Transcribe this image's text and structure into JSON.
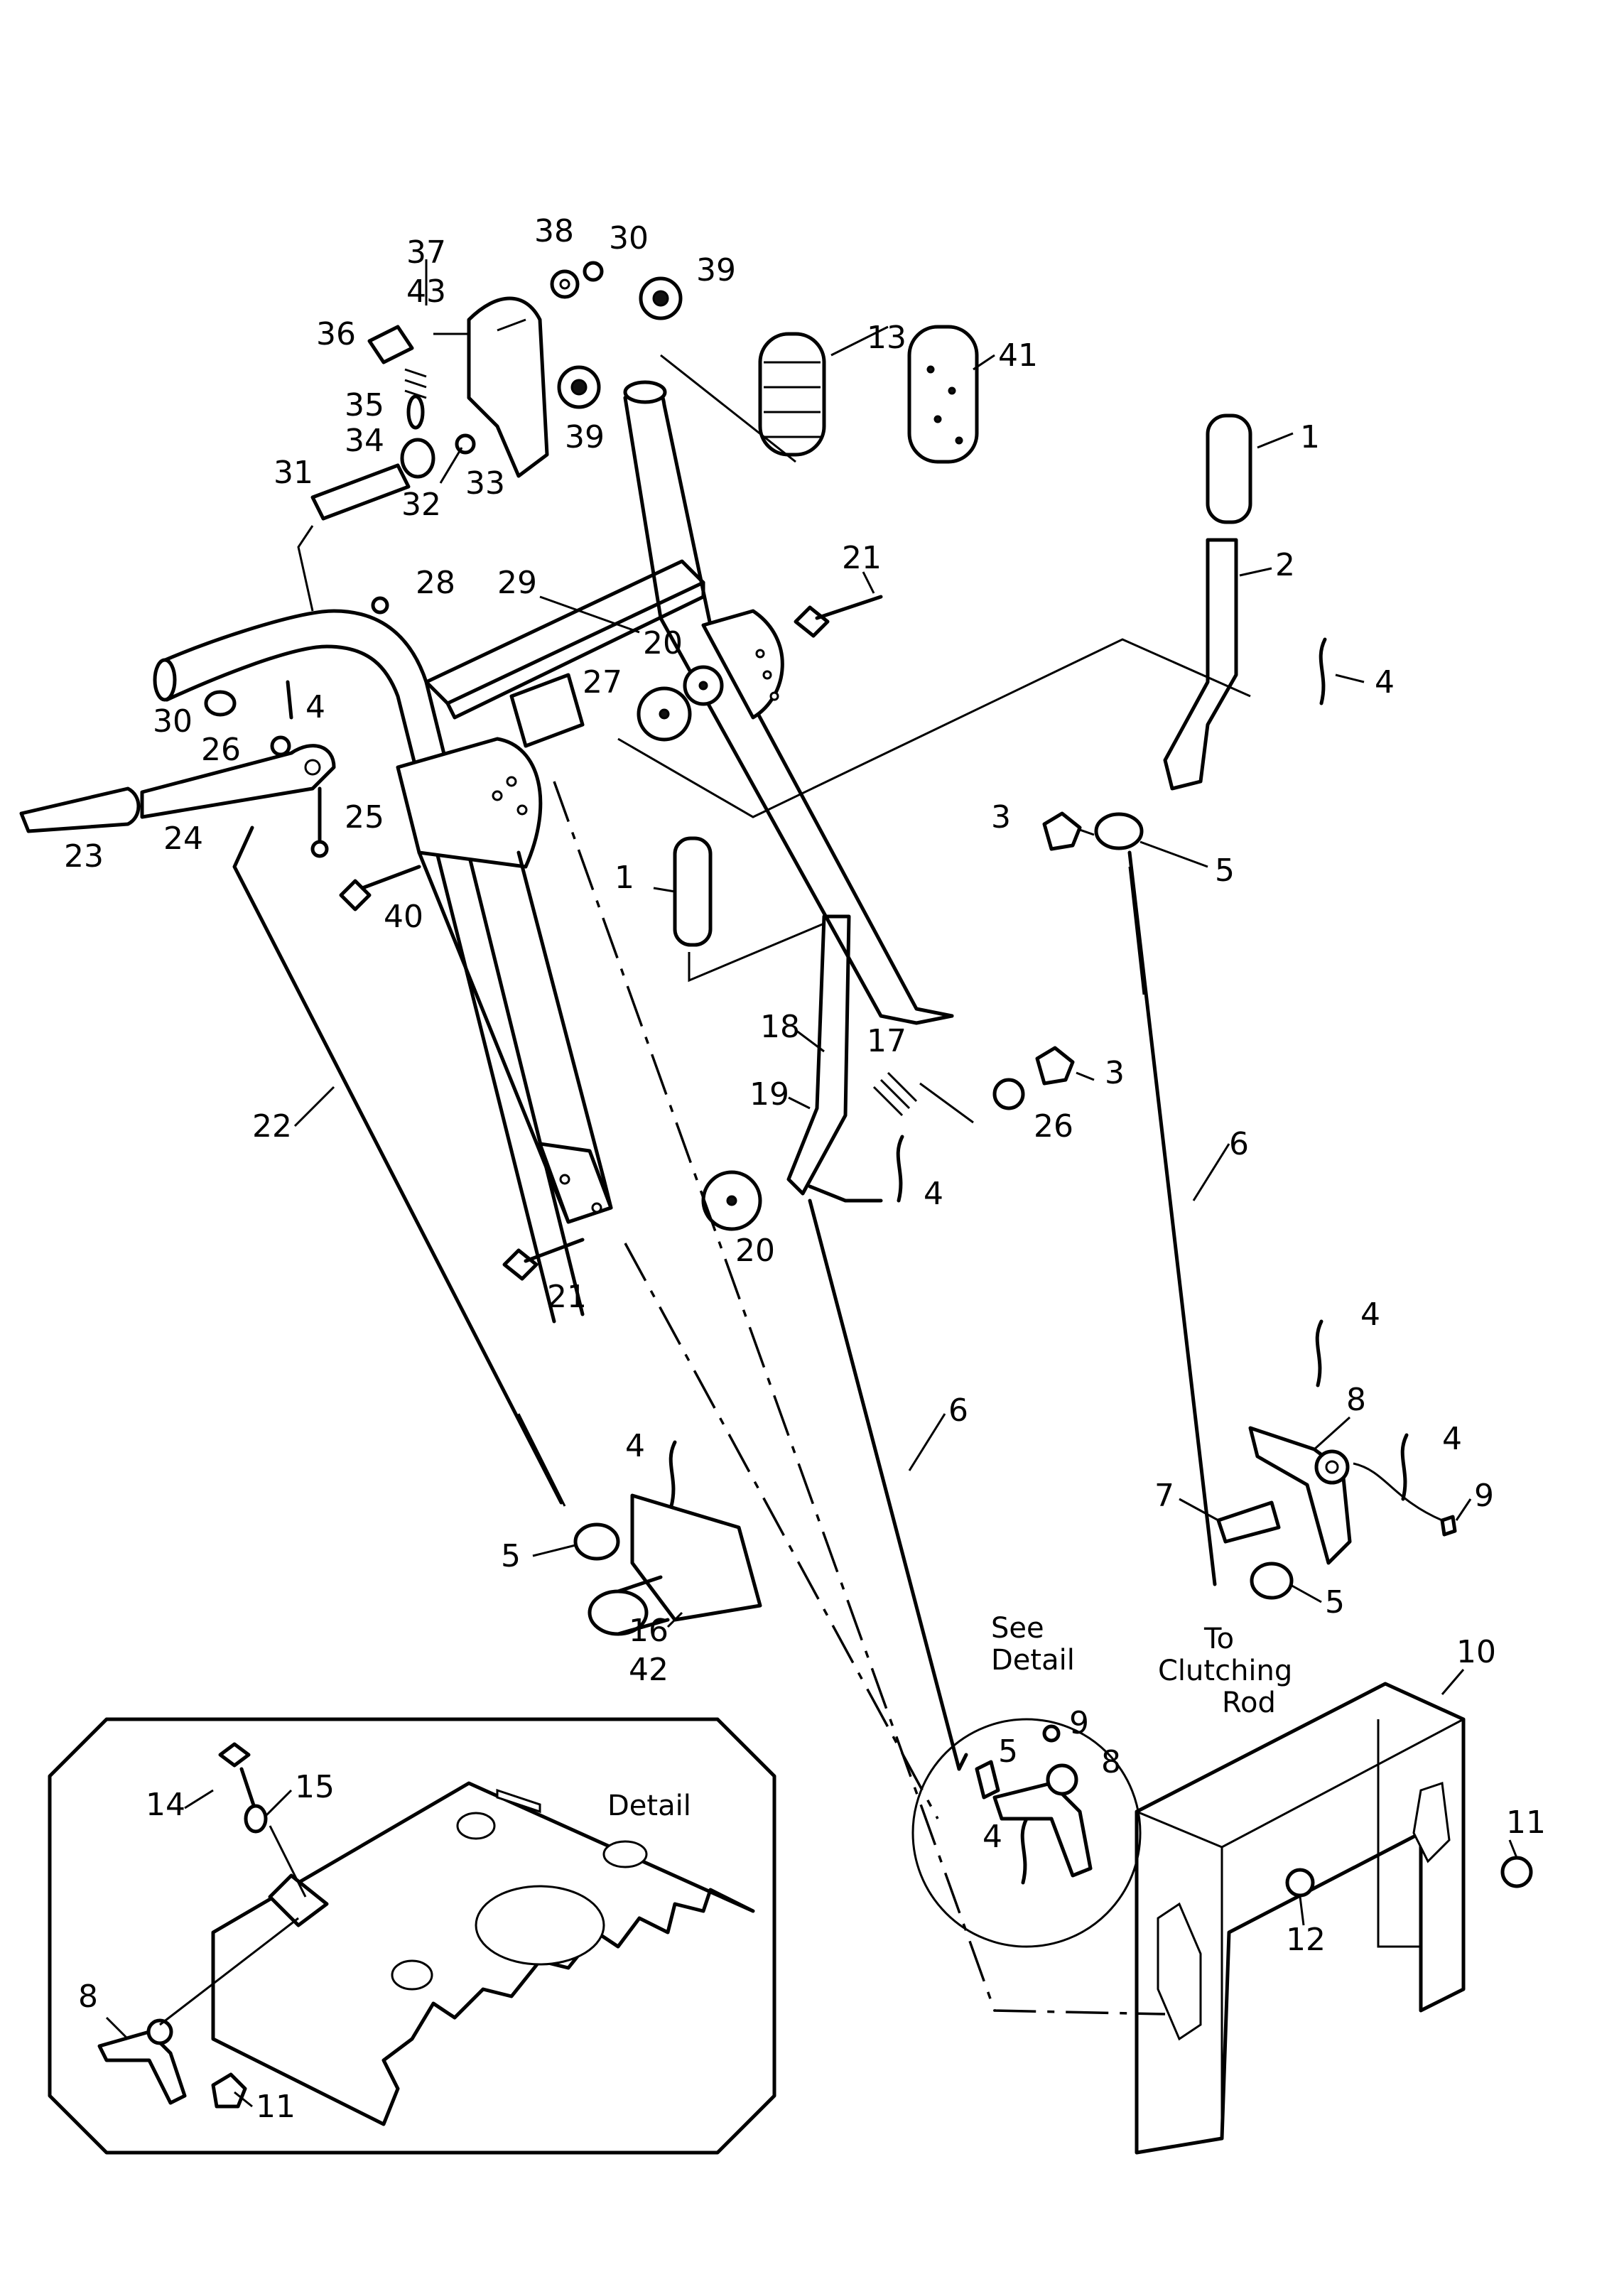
{
  "callouts": [
    {
      "id": "37",
      "text": "37"
    },
    {
      "id": "43",
      "text": "43"
    },
    {
      "id": "38",
      "text": "38"
    },
    {
      "id": "30a",
      "text": "30"
    },
    {
      "id": "39a",
      "text": "39"
    },
    {
      "id": "36",
      "text": "36"
    },
    {
      "id": "35",
      "text": "35"
    },
    {
      "id": "34",
      "text": "34"
    },
    {
      "id": "31",
      "text": "31"
    },
    {
      "id": "32",
      "text": "32"
    },
    {
      "id": "33",
      "text": "33"
    },
    {
      "id": "39b",
      "text": "39"
    },
    {
      "id": "13",
      "text": "13"
    },
    {
      "id": "41",
      "text": "41"
    },
    {
      "id": "1a",
      "text": "1"
    },
    {
      "id": "2",
      "text": "2"
    },
    {
      "id": "28",
      "text": "28"
    },
    {
      "id": "29",
      "text": "29"
    },
    {
      "id": "21a",
      "text": "21"
    },
    {
      "id": "4a",
      "text": "4"
    },
    {
      "id": "20a",
      "text": "20"
    },
    {
      "id": "27",
      "text": "27"
    },
    {
      "id": "30b",
      "text": "30"
    },
    {
      "id": "4b",
      "text": "4"
    },
    {
      "id": "26a",
      "text": "26"
    },
    {
      "id": "25",
      "text": "25"
    },
    {
      "id": "23",
      "text": "23"
    },
    {
      "id": "24",
      "text": "24"
    },
    {
      "id": "40",
      "text": "40"
    },
    {
      "id": "3a",
      "text": "3"
    },
    {
      "id": "5a",
      "text": "5"
    },
    {
      "id": "1b",
      "text": "1"
    },
    {
      "id": "18",
      "text": "18"
    },
    {
      "id": "17",
      "text": "17"
    },
    {
      "id": "3b",
      "text": "3"
    },
    {
      "id": "19",
      "text": "19"
    },
    {
      "id": "26b",
      "text": "26"
    },
    {
      "id": "22",
      "text": "22"
    },
    {
      "id": "6a",
      "text": "6"
    },
    {
      "id": "4c",
      "text": "4"
    },
    {
      "id": "20b",
      "text": "20"
    },
    {
      "id": "21b",
      "text": "21"
    },
    {
      "id": "4d",
      "text": "4"
    },
    {
      "id": "6b",
      "text": "6"
    },
    {
      "id": "8a",
      "text": "8"
    },
    {
      "id": "4e",
      "text": "4"
    },
    {
      "id": "4f",
      "text": "4"
    },
    {
      "id": "7",
      "text": "7"
    },
    {
      "id": "9a",
      "text": "9"
    },
    {
      "id": "5b",
      "text": "5"
    },
    {
      "id": "5c",
      "text": "5"
    },
    {
      "id": "16",
      "text": "16"
    },
    {
      "id": "42",
      "text": "42"
    },
    {
      "id": "10",
      "text": "10"
    },
    {
      "id": "5d",
      "text": "5"
    },
    {
      "id": "9b",
      "text": "9"
    },
    {
      "id": "8b",
      "text": "8"
    },
    {
      "id": "4g",
      "text": "4"
    },
    {
      "id": "11a",
      "text": "11"
    },
    {
      "id": "12",
      "text": "12"
    },
    {
      "id": "14",
      "text": "14"
    },
    {
      "id": "15",
      "text": "15"
    },
    {
      "id": "8c",
      "text": "8"
    },
    {
      "id": "11b",
      "text": "11"
    }
  ],
  "notes": {
    "see_detail_line1": "See",
    "see_detail_line2": "Detail",
    "to_clutching_line1": "To",
    "to_clutching_line2": "Clutching",
    "to_clutching_line3": "Rod",
    "detail_title": "Detail"
  }
}
